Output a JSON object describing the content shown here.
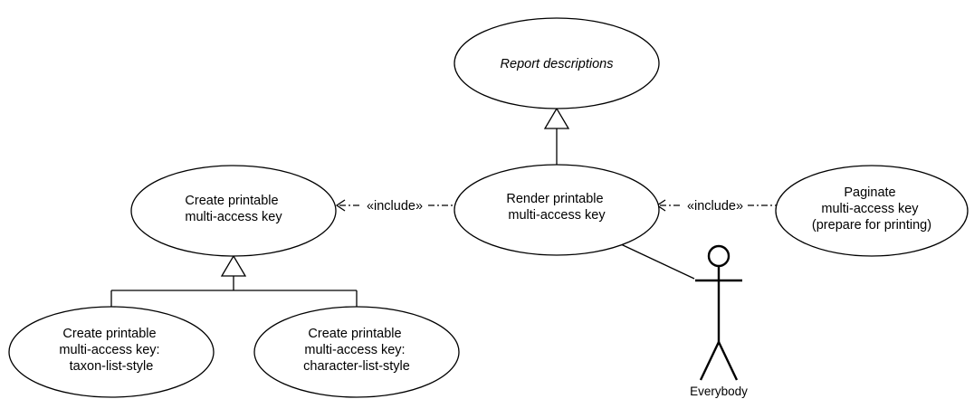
{
  "use_cases": {
    "report_descriptions": {
      "lines": [
        "Report descriptions"
      ]
    },
    "create_printable_key": {
      "lines": [
        "Create printable",
        "multi-access key"
      ]
    },
    "render_printable_key": {
      "lines": [
        "Render printable",
        "multi-access key"
      ]
    },
    "paginate_key": {
      "lines": [
        "Paginate",
        "multi-access key",
        "(prepare for printing)"
      ]
    },
    "taxon_list_style": {
      "lines": [
        "Create printable",
        "multi-access key:",
        "taxon-list-style"
      ]
    },
    "character_list_style": {
      "lines": [
        "Create printable",
        "multi-access key:",
        "character-list-style"
      ]
    }
  },
  "relationships": {
    "include_left": "«include»",
    "include_right": "«include»"
  },
  "actor": {
    "name": "Everybody"
  }
}
